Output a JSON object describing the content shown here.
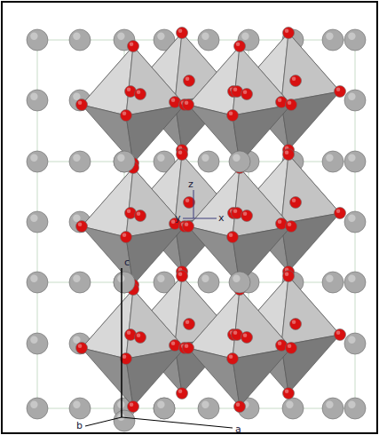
{
  "diagram": {
    "labels": [
      "z",
      "y",
      "x",
      "c",
      "b",
      "a"
    ]
  }
}
